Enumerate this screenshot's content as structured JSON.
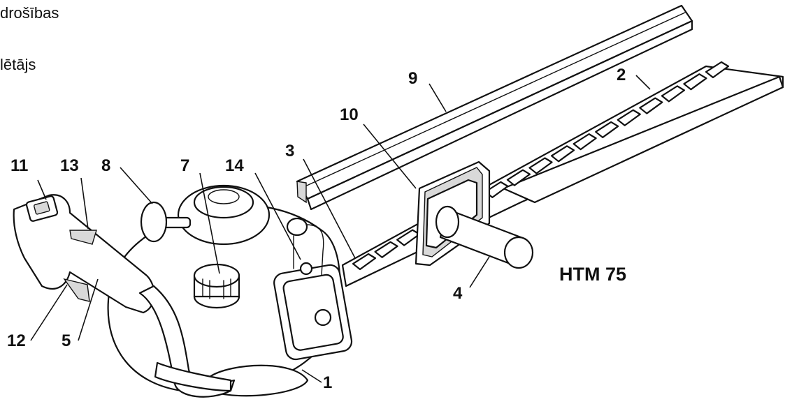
{
  "text": {
    "line1": "drošības",
    "line2": "lētājs",
    "model": "HTM 75"
  },
  "callouts": [
    "1",
    "2",
    "3",
    "4",
    "5",
    "7",
    "8",
    "9",
    "10",
    "11",
    "12",
    "13",
    "14"
  ],
  "diagram": {
    "subject": "hedge-trimmer-exploded-view"
  }
}
